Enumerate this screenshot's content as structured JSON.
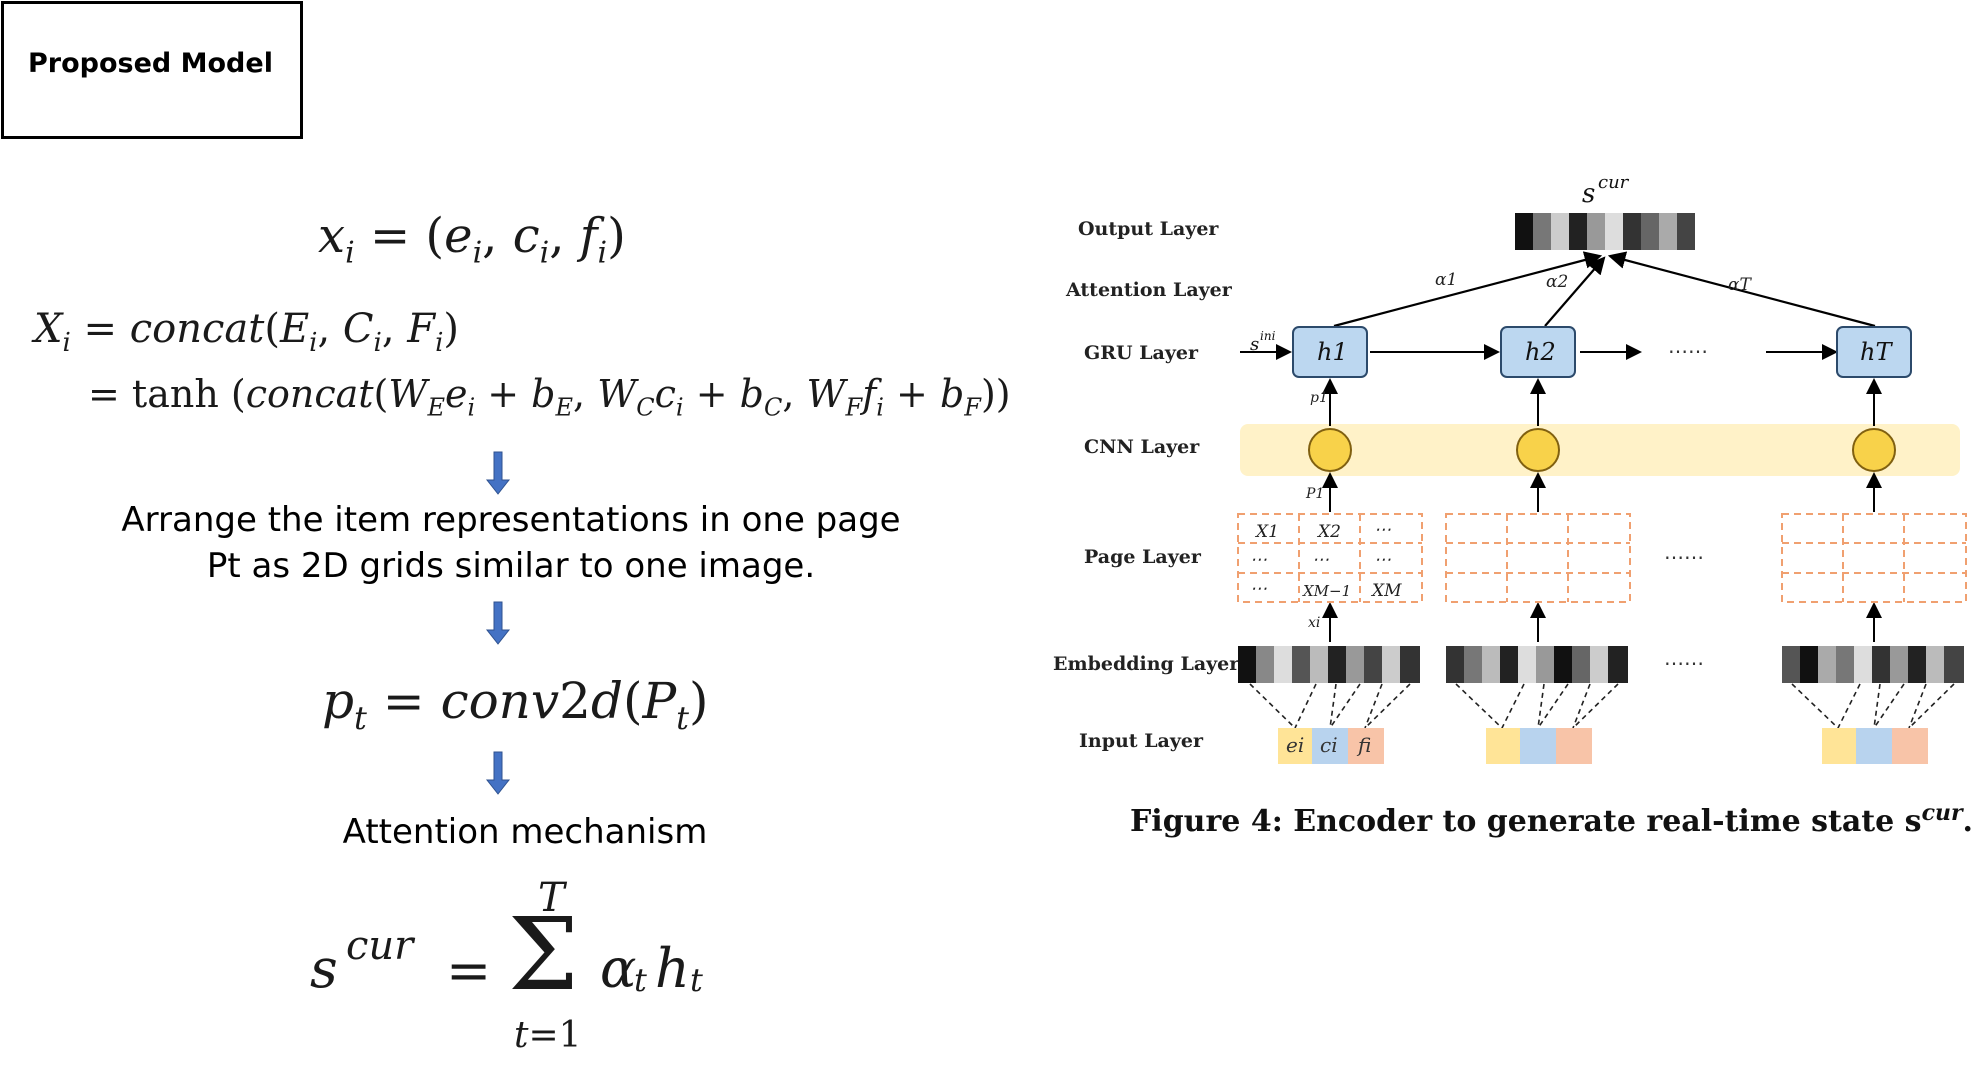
{
  "header": {
    "title": "Proposed Model"
  },
  "left": {
    "eq1": "x_i = (e_i, c_i, f_i)",
    "eq2_line1": "X_i = concat(E_i, C_i, F_i)",
    "eq2_line2": "= tanh (concat(W_E e_i + b_E, W_C c_i + b_C, W_F f_i + b_F))",
    "caption1_line1": "Arrange the item representations in one page",
    "caption1_line2": "Pt as 2D grids similar to one image.",
    "eq3": "p_t = conv2d(P_t)",
    "caption2": "Attention mechanism",
    "eq4": "s^cur = Σ_{t=1}^{T} α_t h_t"
  },
  "figure": {
    "layers": [
      "Output Layer",
      "Attention Layer",
      "GRU Layer",
      "CNN Layer",
      "Page Layer",
      "Embedding Layer",
      "Input Layer"
    ],
    "output_label": "s",
    "output_sup": "cur",
    "alphas": [
      "α1",
      "α2",
      "αT"
    ],
    "gru_nodes": [
      "h1",
      "h2",
      "hT"
    ],
    "s_ini_label": "s",
    "s_ini_sup": "ini",
    "p1_label": "p1",
    "P1_label": "P1",
    "xi_label": "xi",
    "page_cells": [
      "X1",
      "X2",
      "⋯",
      "⋯",
      "⋯",
      "⋯",
      "⋯",
      "XM−1",
      "XM"
    ],
    "ellipsis": "⋯⋯",
    "input_labels": [
      "ei",
      "ci",
      "fi"
    ],
    "caption": "Figure 4: Encoder to generate real-time state s",
    "caption_sup": "cur",
    "colors": {
      "gru_fill": "#bcd7f0",
      "gru_stroke": "#2c4a6b",
      "cnn_band": "#fff2c8",
      "cnn_circle": "#f8d24a",
      "page_dash": "#f0a070",
      "input_e": "#ffe497",
      "input_c": "#b8d3ee",
      "input_f": "#f8c4a8",
      "arrow": "#5577aa"
    }
  }
}
